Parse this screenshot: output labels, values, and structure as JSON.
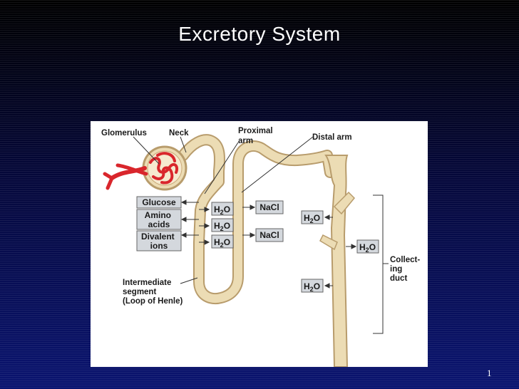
{
  "slide": {
    "title": "Excretory System",
    "page_number": "1"
  },
  "diagram": {
    "labels": {
      "glomerulus": "Glomerulus",
      "neck": "Neck",
      "proximal_arm": [
        "Proximal",
        "arm"
      ],
      "distal_arm": "Distal arm",
      "intermediate_segment": [
        "Intermediate",
        "segment",
        "(Loop of Henle)"
      ],
      "collecting_duct": [
        "Collect-",
        "ing",
        "duct"
      ]
    },
    "solute_boxes": [
      [
        "Glucose"
      ],
      [
        "Amino",
        "acids"
      ],
      [
        "Divalent",
        "ions"
      ]
    ],
    "water": {
      "h": "H",
      "sub": "2",
      "o": "O"
    },
    "nacl": "NaCl"
  },
  "colors": {
    "tubule": "#ecdcb4",
    "tubule_edge": "#b89c6c",
    "glomerulus": "#d9262c",
    "box_fill": "#d4d8dd",
    "box_edge": "#666666"
  }
}
